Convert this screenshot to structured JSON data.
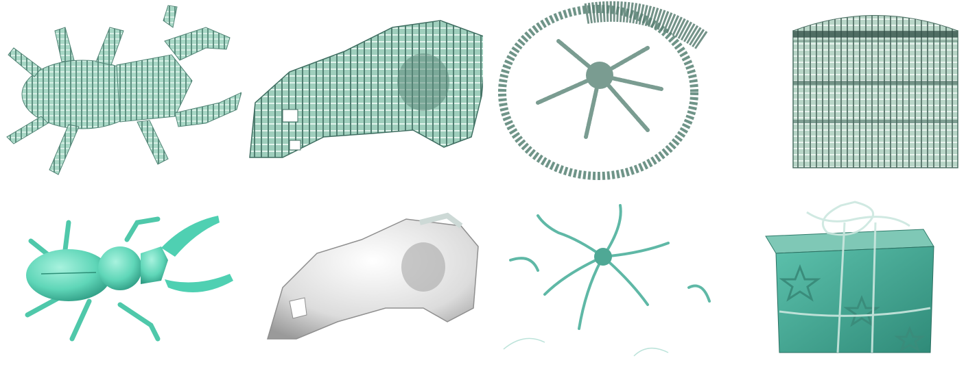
{
  "figure": {
    "rows": [
      {
        "style": "voxel",
        "panels": [
          {
            "subject": "stag-beetle",
            "color": "#8fc9b4"
          },
          {
            "subject": "skull",
            "color": "#9ccab8"
          },
          {
            "subject": "neuron-cell",
            "color": "#7fa79a"
          },
          {
            "subject": "gift-box",
            "color": "#a9c9b8"
          }
        ]
      },
      {
        "style": "smooth-surface",
        "panels": [
          {
            "subject": "stag-beetle",
            "color": "#6ee0c3"
          },
          {
            "subject": "skull",
            "color": "#e6e6e6"
          },
          {
            "subject": "neuron-cell",
            "color": "#5fb8a6"
          },
          {
            "subject": "gift-box",
            "color": "#4fb09c"
          }
        ]
      }
    ]
  }
}
